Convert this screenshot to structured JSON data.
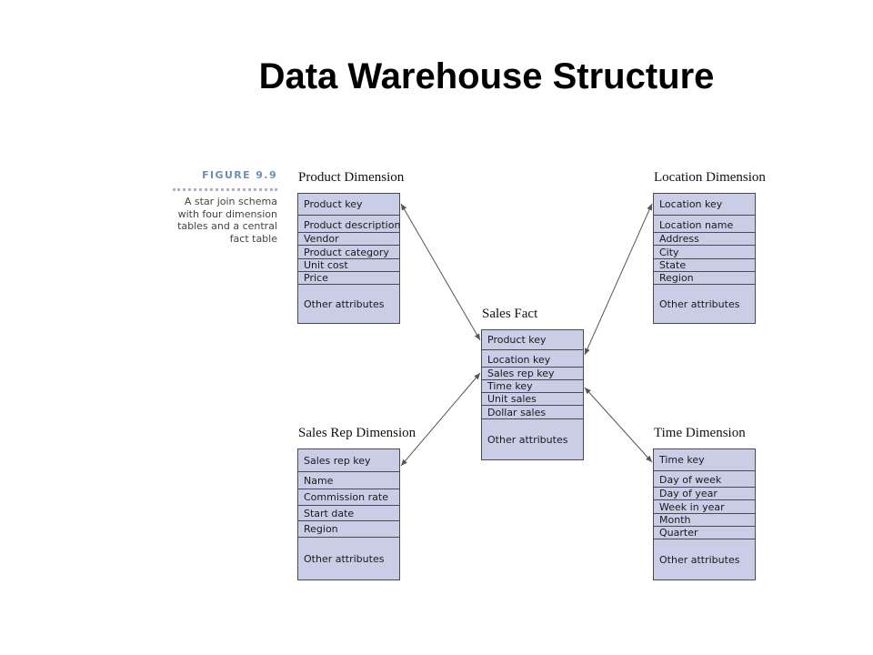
{
  "slide": {
    "title": "Data Warehouse Structure"
  },
  "figure": {
    "label": "FIGURE 9.9",
    "description": "A star join schema with four dimension tables and a central fact table"
  },
  "tables": {
    "product": {
      "title": "Product Dimension",
      "rows": [
        "Product key",
        "Product description",
        "Vendor",
        "Product category",
        "Unit cost",
        "Price",
        "Other attributes"
      ]
    },
    "location": {
      "title": "Location Dimension",
      "rows": [
        "Location key",
        "Location name",
        "Address",
        "City",
        "State",
        "Region",
        "Other attributes"
      ]
    },
    "sales_fact": {
      "title": "Sales Fact",
      "rows": [
        "Product key",
        "Location key",
        "Sales rep key",
        "Time key",
        "Unit sales",
        "Dollar sales",
        "Other attributes"
      ]
    },
    "sales_rep": {
      "title": "Sales Rep Dimension",
      "rows": [
        "Sales rep key",
        "Name",
        "Commission rate",
        "Start date",
        "Region",
        "Other attributes"
      ]
    },
    "time": {
      "title": "Time Dimension",
      "rows": [
        "Time key",
        "Day of week",
        "Day of year",
        "Week in year",
        "Month",
        "Quarter",
        "Other attributes"
      ]
    }
  },
  "colors": {
    "table_fill": "#c9cde6",
    "table_border": "#4a4a56",
    "caption_accent": "#6f8fb0",
    "connector": "#555555"
  }
}
